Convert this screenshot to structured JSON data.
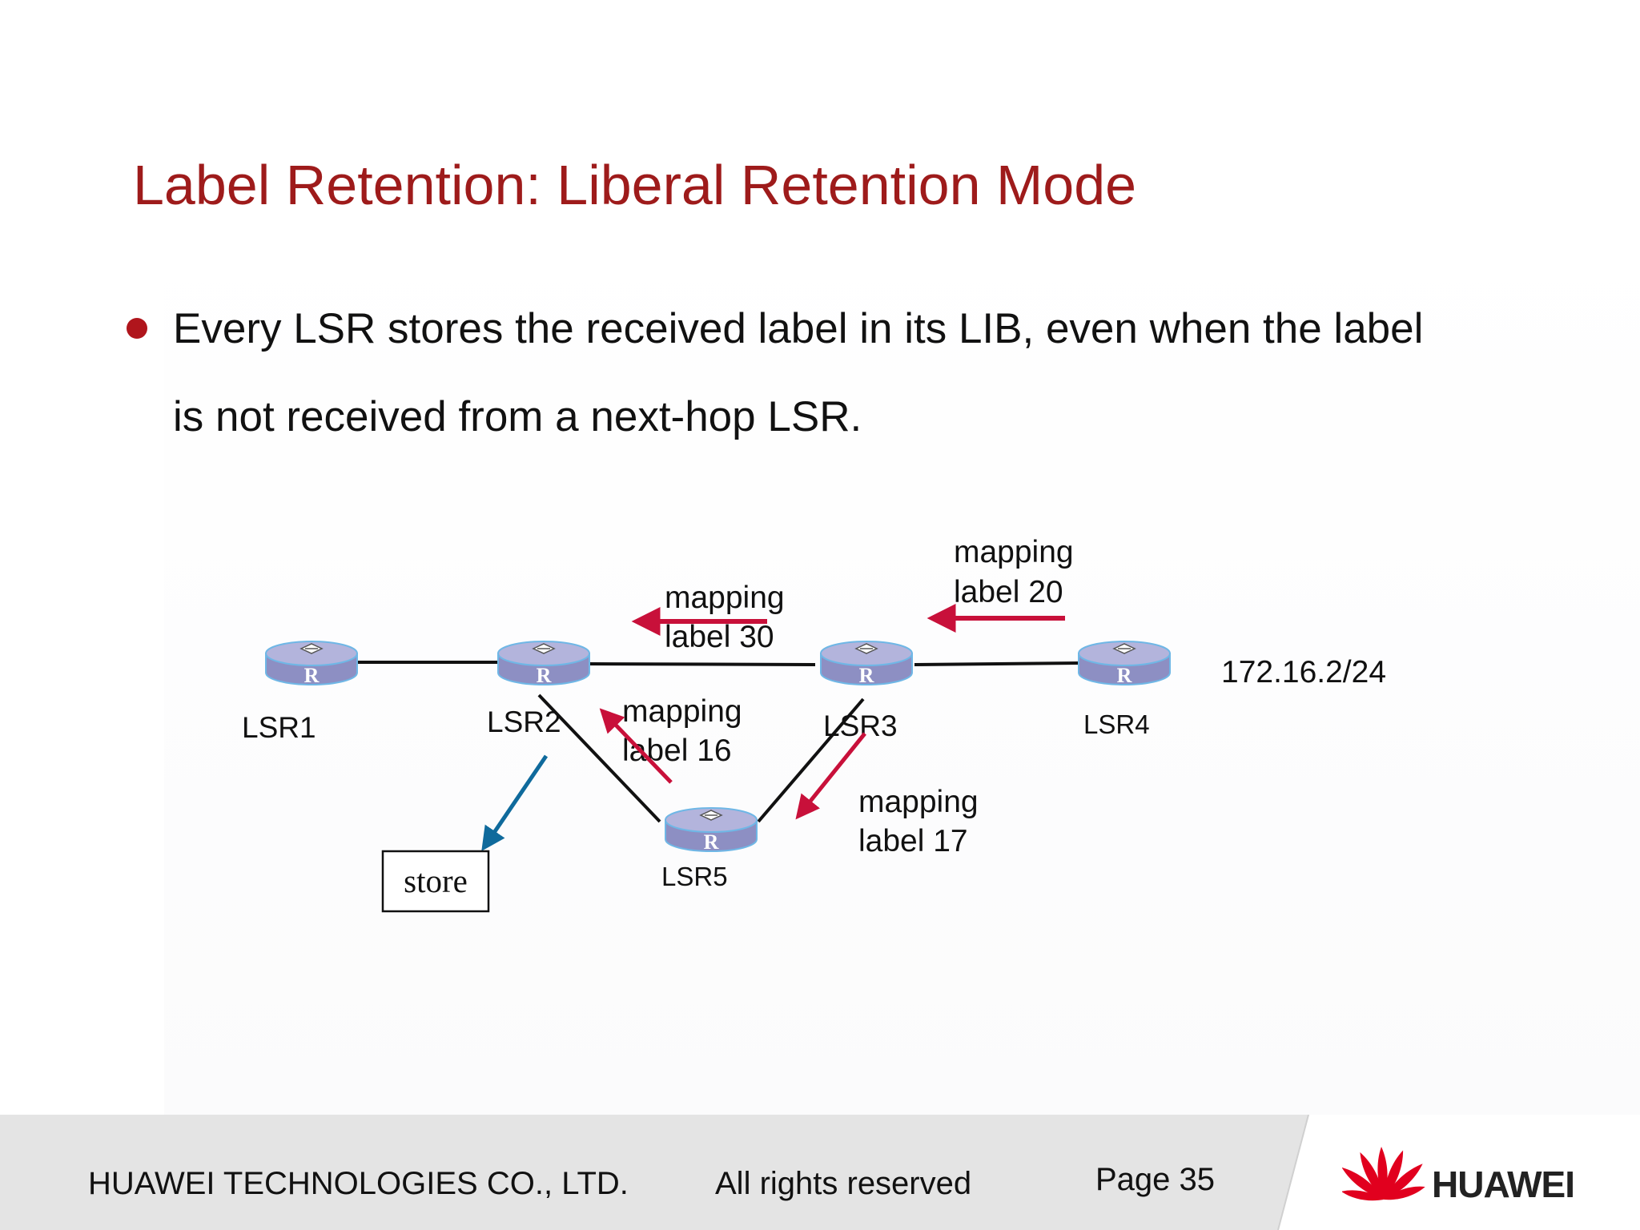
{
  "slide": {
    "title": "Label Retention: Liberal Retention Mode",
    "bullet_line1": "Every LSR stores the received label in its LIB, even when the label",
    "bullet_line2": "is not received from a next-hop LSR."
  },
  "diagram": {
    "routers": {
      "lsr1": "LSR1",
      "lsr2": "LSR2",
      "lsr3": "LSR3",
      "lsr4": "LSR4",
      "lsr5": "LSR5",
      "icon_letter": "R"
    },
    "prefix": "172.16.2/24",
    "mappings": {
      "m30": {
        "line1": "mapping",
        "line2": "label  30"
      },
      "m20": {
        "line1": "mapping",
        "line2": "label  20"
      },
      "m16": {
        "line1": "mapping",
        "line2": "label   16"
      },
      "m17": {
        "line1": "mapping",
        "line2": "label  17"
      }
    },
    "store_label": "store",
    "colors": {
      "mapping_arrow": "#c8103a",
      "store_arrow": "#0f6a9c",
      "router_body": "#8d8fc3",
      "router_top": "#b3b4dc",
      "router_rim": "#6fb7e6"
    }
  },
  "footer": {
    "company": "HUAWEI TECHNOLOGIES CO., LTD.",
    "rights": "All rights reserved",
    "page": "Page 35",
    "brand": "HUAWEI",
    "brand_color": "#e1001e"
  }
}
